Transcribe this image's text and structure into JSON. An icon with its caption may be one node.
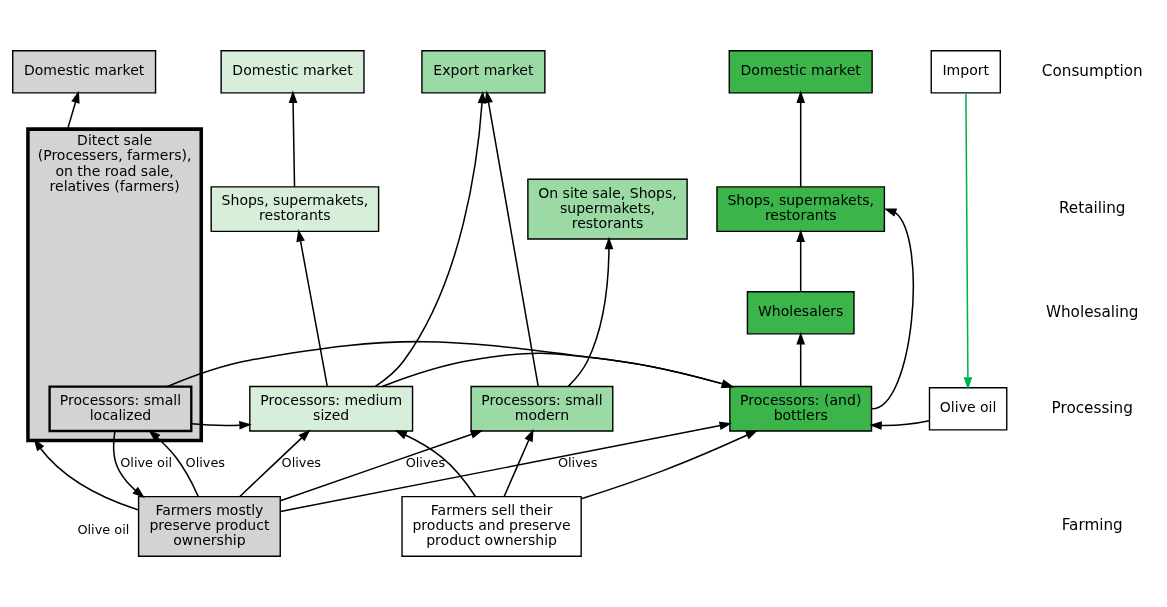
{
  "diagram": {
    "nodes": [
      {
        "text": [
          "Domestic market"
        ]
      },
      {
        "text": [
          "Domestic market"
        ]
      },
      {
        "text": [
          "Export market"
        ]
      },
      {
        "text": [
          "Domestic market"
        ]
      },
      {
        "text": [
          "Import"
        ]
      },
      {
        "text": [
          "Ditect sale (Processers, farmers), on the road sale, relatives (farmers)"
        ]
      },
      {
        "text": [
          "Processors: small localized"
        ],
        "in": 5
      },
      {
        "text": [
          "Shops, supermakets, restorants"
        ]
      },
      {
        "text": [
          "On site sale, Shops, supermakets, restorants"
        ]
      },
      {
        "text": [
          "Shops, supermakets, restorants"
        ]
      },
      {
        "text": [
          "Wholesalers"
        ]
      },
      {
        "text": [
          "Processors: medium sized"
        ]
      },
      {
        "text": [
          "Processors: small modern"
        ]
      },
      {
        "text": [
          "Processors: (and) bottlers"
        ]
      },
      {
        "text": [
          "Olive oil"
        ]
      },
      {
        "text": [
          "Farmers mostly preserve product ownership"
        ]
      },
      {
        "text": [
          "Farmers sell their products and preserve product ownership"
        ]
      }
    ],
    "edges": [
      {
        "from": 5,
        "to": 0,
        "arrow": "to"
      },
      {
        "from": 7,
        "to": 1,
        "arrow": "to"
      },
      {
        "from": 11,
        "to": 2,
        "arrow": "to"
      },
      {
        "from": 12,
        "to": 2,
        "arrow": "to"
      },
      {
        "from": 9,
        "to": 3,
        "arrow": "to"
      },
      {
        "from": 11,
        "to": 7,
        "arrow": "to"
      },
      {
        "from": 12,
        "to": 8,
        "arrow": "to"
      },
      {
        "from": 10,
        "to": 9,
        "arrow": "to"
      },
      {
        "from": 13,
        "to": 10,
        "arrow": "to"
      },
      {
        "from": 13,
        "to": 9,
        "arrow": "to"
      },
      {
        "from": 4,
        "to": 14,
        "arrow": "to",
        "color": "#00b050"
      },
      {
        "from": 14,
        "to": 13,
        "arrow": "to"
      },
      {
        "from": 15,
        "to": 5,
        "arrow": "to",
        "label": "Olive oil"
      },
      {
        "from": 6,
        "to": 15,
        "arrow": "to",
        "label": "Olive oil"
      },
      {
        "from": 15,
        "to": 6,
        "arrow": "to",
        "label": "Olives"
      },
      {
        "from": 6,
        "to": 11,
        "arrow": "to"
      },
      {
        "from": 6,
        "to": 13,
        "arrow": "to"
      },
      {
        "from": 11,
        "to": 13,
        "arrow": "to"
      },
      {
        "from": 15,
        "to": 11,
        "arrow": "to",
        "label": "Olives"
      },
      {
        "from": 15,
        "to": 12,
        "arrow": "to",
        "label": "Olives"
      },
      {
        "from": 15,
        "to": 13,
        "arrow": "to",
        "label": "Olives"
      },
      {
        "from": 16,
        "to": 11,
        "arrow": "to"
      },
      {
        "from": 16,
        "to": 12,
        "arrow": "to"
      },
      {
        "from": 16,
        "to": 13,
        "arrow": "to"
      }
    ],
    "labels": [
      "Consumption",
      "Retailing",
      "Wholesaling",
      "Processing",
      "Farming"
    ]
  }
}
